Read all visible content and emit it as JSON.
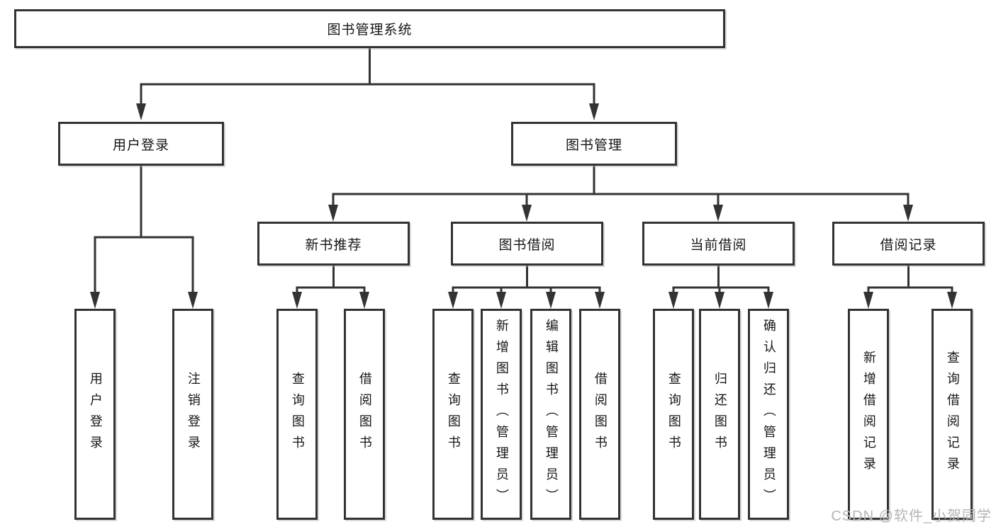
{
  "root": {
    "label": "图书管理系统"
  },
  "level2": [
    {
      "label": "用户登录"
    },
    {
      "label": "图书管理"
    }
  ],
  "level3": [
    {
      "label": "新书推荐"
    },
    {
      "label": "图书借阅"
    },
    {
      "label": "当前借阅"
    },
    {
      "label": "借阅记录"
    }
  ],
  "leaves": [
    {
      "label": "用户登录"
    },
    {
      "label": "注销登录"
    },
    {
      "label": "查询图书"
    },
    {
      "label": "借阅图书"
    },
    {
      "label": "查询图书"
    },
    {
      "label": "新增图书（管理员）"
    },
    {
      "label": "编辑图书（管理员）"
    },
    {
      "label": "借阅图书"
    },
    {
      "label": "查询图书"
    },
    {
      "label": "归还图书"
    },
    {
      "label": "确认归还（管理员）"
    },
    {
      "label": "新增借阅记录"
    },
    {
      "label": "查询借阅记录"
    }
  ],
  "watermark": {
    "text": "CSDN @软件_小贺同学"
  },
  "colors": {
    "line": "#333333",
    "box_border": "#333333",
    "box_fill": "#ffffff",
    "text": "#161616",
    "watermark": "#b5b5b5"
  }
}
